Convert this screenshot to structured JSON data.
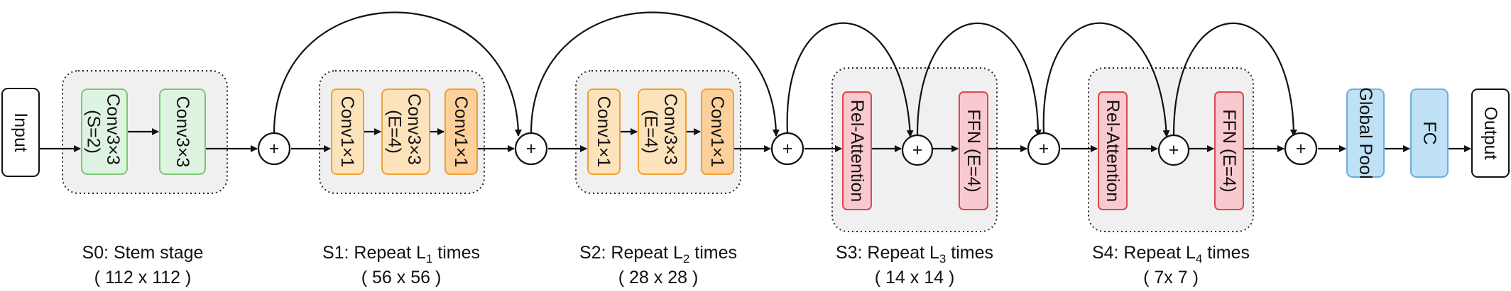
{
  "colors": {
    "green_fill": "#dff3e3",
    "green_stroke": "#7bc96f",
    "orange_fill": "#fde3bb",
    "orange_fill_dark": "#fcd09a",
    "orange_stroke": "#f0a030",
    "pink_fill": "#f8c9cf",
    "pink_stroke": "#d9484f",
    "blue_fill": "#bfe1f5",
    "blue_stroke": "#6aaede",
    "white_fill": "#ffffff",
    "white_stroke": "#111111"
  },
  "nodes": {
    "input": "Input",
    "s0_conv_a": [
      "Conv3×3",
      "(S=2)"
    ],
    "s0_conv_b": [
      "Conv3×3"
    ],
    "s1_conv_a": [
      "Conv1×1"
    ],
    "s1_conv_b": [
      "Conv3×3",
      "(E=4)"
    ],
    "s1_conv_c": [
      "Conv1×1"
    ],
    "s2_conv_a": [
      "Conv1×1"
    ],
    "s2_conv_b": [
      "Conv3×3",
      "(E=4)"
    ],
    "s2_conv_c": [
      "Conv1×1"
    ],
    "s3_attn": [
      "Rel-Attention"
    ],
    "s3_ffn": [
      "FFN  (E=4)"
    ],
    "s4_attn": [
      "Rel-Attention"
    ],
    "s4_ffn": [
      "FFN  (E=4)"
    ],
    "global_pool": "Global Pool",
    "fc": "FC",
    "output": "Output"
  },
  "plus_symbol": "+",
  "captions": {
    "s0": {
      "line1": "S0: Stem stage",
      "line2": "( 112 x 112 )"
    },
    "s1": {
      "line1_pre": "S1: Repeat L",
      "line1_sub": "1",
      "line1_post": " times",
      "line2": "( 56 x 56 )"
    },
    "s2": {
      "line1_pre": "S2: Repeat L",
      "line1_sub": "2",
      "line1_post": " times",
      "line2": "( 28 x 28 )"
    },
    "s3": {
      "line1_pre": "S3: Repeat L",
      "line1_sub": "3",
      "line1_post": " times",
      "line2": "( 14 x 14 )"
    },
    "s4": {
      "line1_pre": "S4: Repeat L",
      "line1_sub": "4",
      "line1_post": " times",
      "line2": "( 7x 7 )"
    }
  }
}
